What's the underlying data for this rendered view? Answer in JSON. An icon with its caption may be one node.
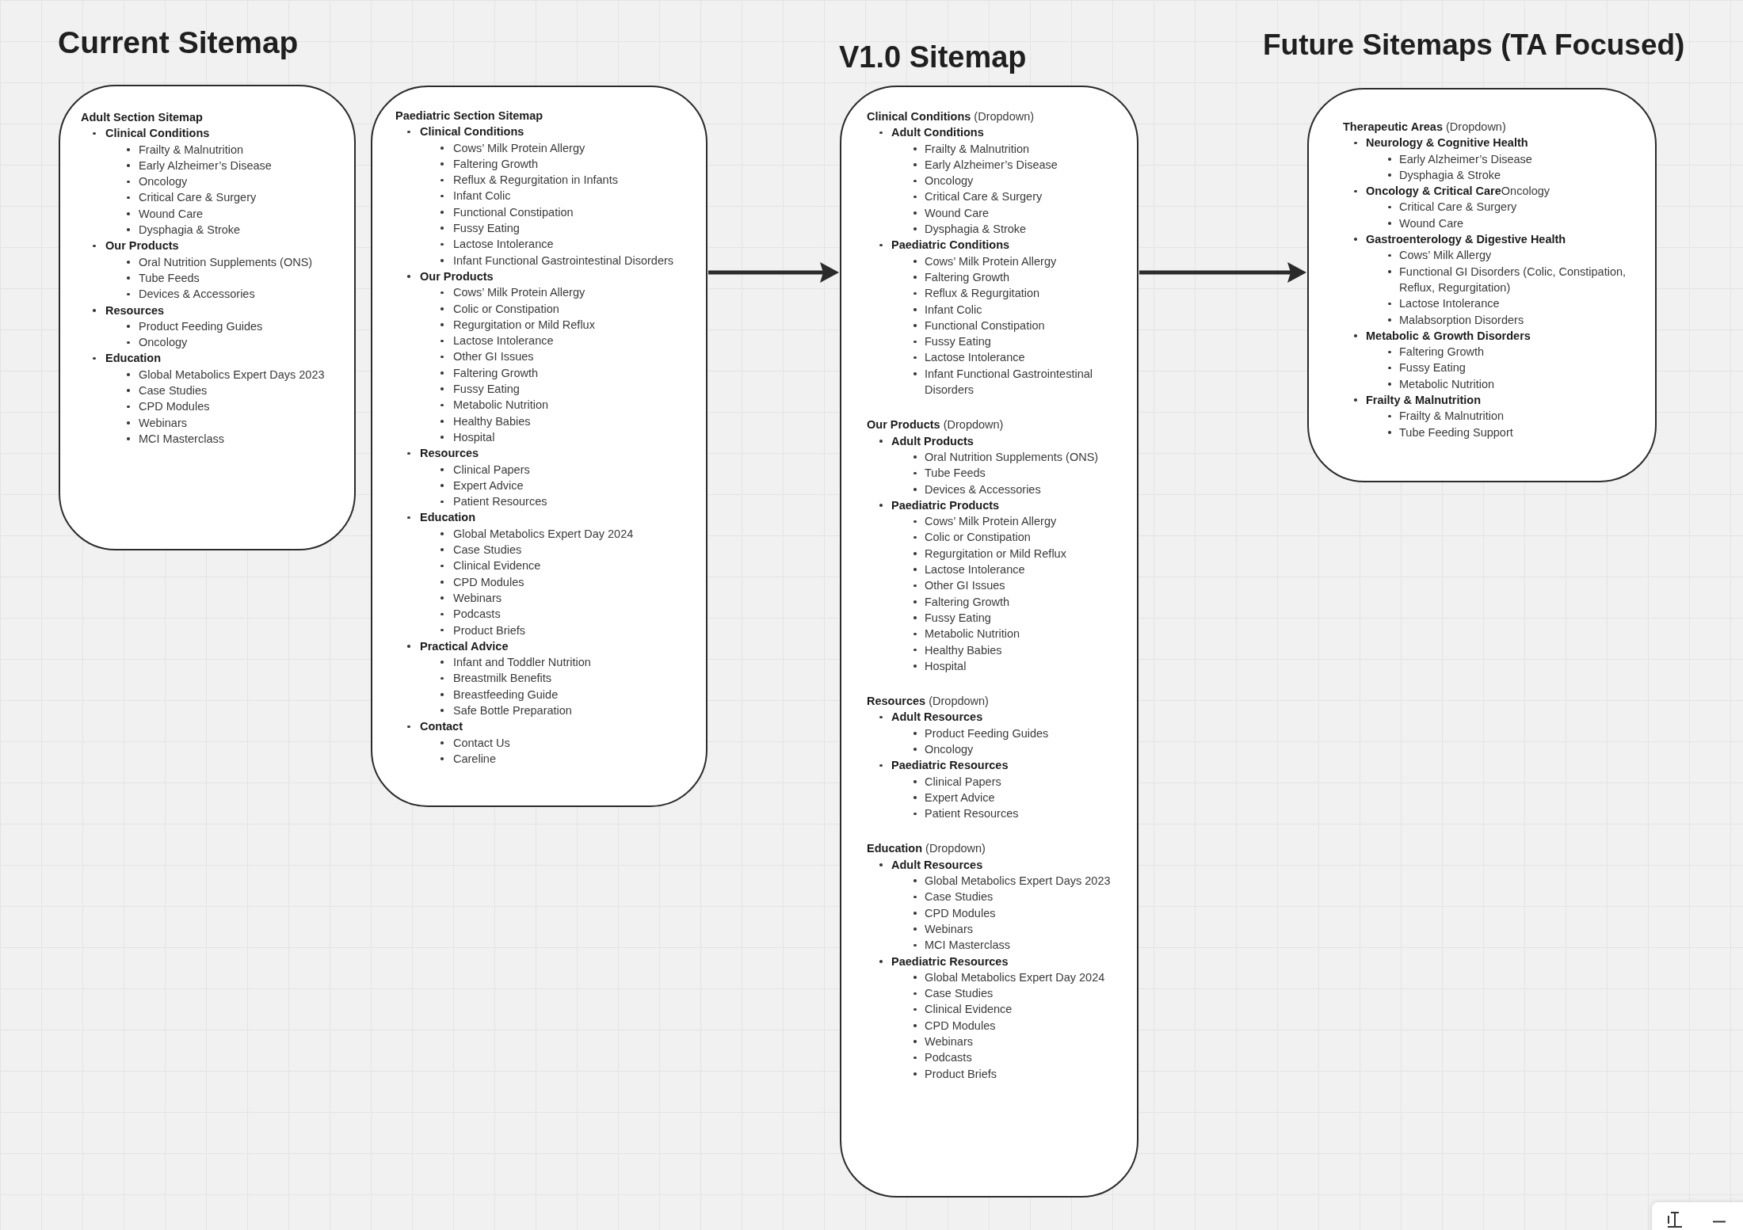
{
  "diagram": {
    "nodes": [
      {
        "text": [
          "Adult Section Sitemap",
          "Clinical Conditions",
          "Frailty & Malnutrition",
          "Early Alzheimer’s Disease",
          "Oncology",
          "Critical Care & Surgery",
          "Wound Care",
          "Dysphagia & Stroke",
          "Our Products",
          "Oral Nutrition Supplements (ONS)",
          "Tube Feeds",
          "Devices & Accessories",
          "Resources",
          "Product Feeding Guides",
          "Oncology",
          "Education",
          "Global Metabolics Expert Days 2023",
          "Case Studies",
          "CPD Modules",
          "Webinars",
          "MCI Masterclass"
        ]
      },
      {
        "text": [
          "Paediatric Section Sitemap",
          "Clinical Conditions",
          "Cows’ Milk Protein Allergy",
          "Faltering Growth",
          "Reflux & Regurgitation in Infants",
          "Infant Colic",
          "Functional Constipation",
          "Fussy Eating",
          "Lactose Intolerance",
          "Infant Functional Gastrointestinal Disorders",
          "Our Products",
          "Cows’ Milk Protein Allergy",
          "Colic or Constipation",
          "Regurgitation or Mild Reflux",
          "Lactose Intolerance",
          "Other GI Issues",
          "Faltering Growth",
          "Fussy Eating",
          "Metabolic Nutrition",
          "Healthy Babies",
          "Hospital",
          "Resources",
          "Clinical Papers",
          "Expert Advice",
          "Patient Resources",
          "Education",
          "Global Metabolics Expert Day 2024",
          "Case Studies",
          "Clinical Evidence",
          "CPD Modules",
          "Webinars",
          "Podcasts",
          "Product Briefs",
          "Practical Advice",
          "Infant and Toddler Nutrition",
          "Breastmilk Benefits",
          "Breastfeeding Guide",
          "Safe Bottle Preparation",
          "Contact",
          "Contact Us",
          "Careline"
        ]
      },
      {
        "text": [
          "**Clinical Conditions** (Dropdown)",
          "Adult Conditions",
          "Frailty & Malnutrition",
          "Early Alzheimer’s Disease",
          "Oncology",
          "Critical Care & Surgery",
          "Wound Care",
          "Dysphagia & Stroke",
          "Paediatric Conditions",
          "Cows’ Milk Protein Allergy",
          "Faltering Growth",
          "Reflux & Regurgitation",
          "Infant Colic",
          "Functional Constipation",
          "Fussy Eating",
          "Lactose Intolerance",
          "Infant Functional Gastrointestinal Disorders",
          "**Our Products** (Dropdown)",
          "Adult Products",
          "Oral Nutrition Supplements (ONS)",
          "Tube Feeds",
          "Devices & Accessories",
          "Paediatric Products",
          "Cows’ Milk Protein Allergy",
          "Colic or Constipation",
          "Regurgitation or Mild Reflux",
          "Lactose Intolerance",
          "Other GI Issues",
          "Faltering Growth",
          "Fussy Eating",
          "Metabolic Nutrition",
          "Healthy Babies",
          "Hospital",
          "**Resources** (Dropdown)",
          "Adult Resources",
          "Product Feeding Guides",
          "Oncology",
          "Paediatric Resources",
          "Clinical Papers",
          "Expert Advice",
          "Patient Resources",
          "**Education** (Dropdown)",
          "Adult Resources",
          "Global Metabolics Expert Days 2023",
          "Case Studies",
          "CPD Modules",
          "Webinars",
          "MCI Masterclass",
          "Paediatric Resources",
          "Global Metabolics Expert Day 2024",
          "Case Studies",
          "Clinical Evidence",
          "CPD Modules",
          "Webinars",
          "Podcasts",
          "Product Briefs"
        ],
        "beside": [
          "V1.0 Sitemap"
        ]
      },
      {
        "text": [
          "**Therapeutic Areas** (Dropdown)",
          "Neurology & Cognitive Health",
          "Early Alzheimer’s Disease",
          "Dysphagia & Stroke",
          "**Oncology & Critical Care**Oncology",
          "Critical Care & Surgery",
          "Wound Care",
          "Gastroenterology & Digestive Health",
          "Cows’ Milk Allergy",
          "Functional GI Disorders (Colic, Constipation, Reflux, Regurgitation)",
          "Lactose Intolerance",
          "Malabsorption Disorders",
          "Metabolic & Growth Disorders",
          "Faltering Growth",
          "Fussy Eating",
          "Metabolic Nutrition",
          "Frailty & Malnutrition",
          "Frailty & Malnutrition",
          "Tube Feeding Support"
        ],
        "beside": [
          "Future Sitemaps (TA Focused)"
        ]
      }
    ],
    "edges": [
      {
        "from": 1,
        "to": 2,
        "arrow": "to"
      },
      {
        "from": 2,
        "to": 3,
        "arrow": "to"
      }
    ],
    "labels": [
      "Current Sitemap"
    ]
  }
}
